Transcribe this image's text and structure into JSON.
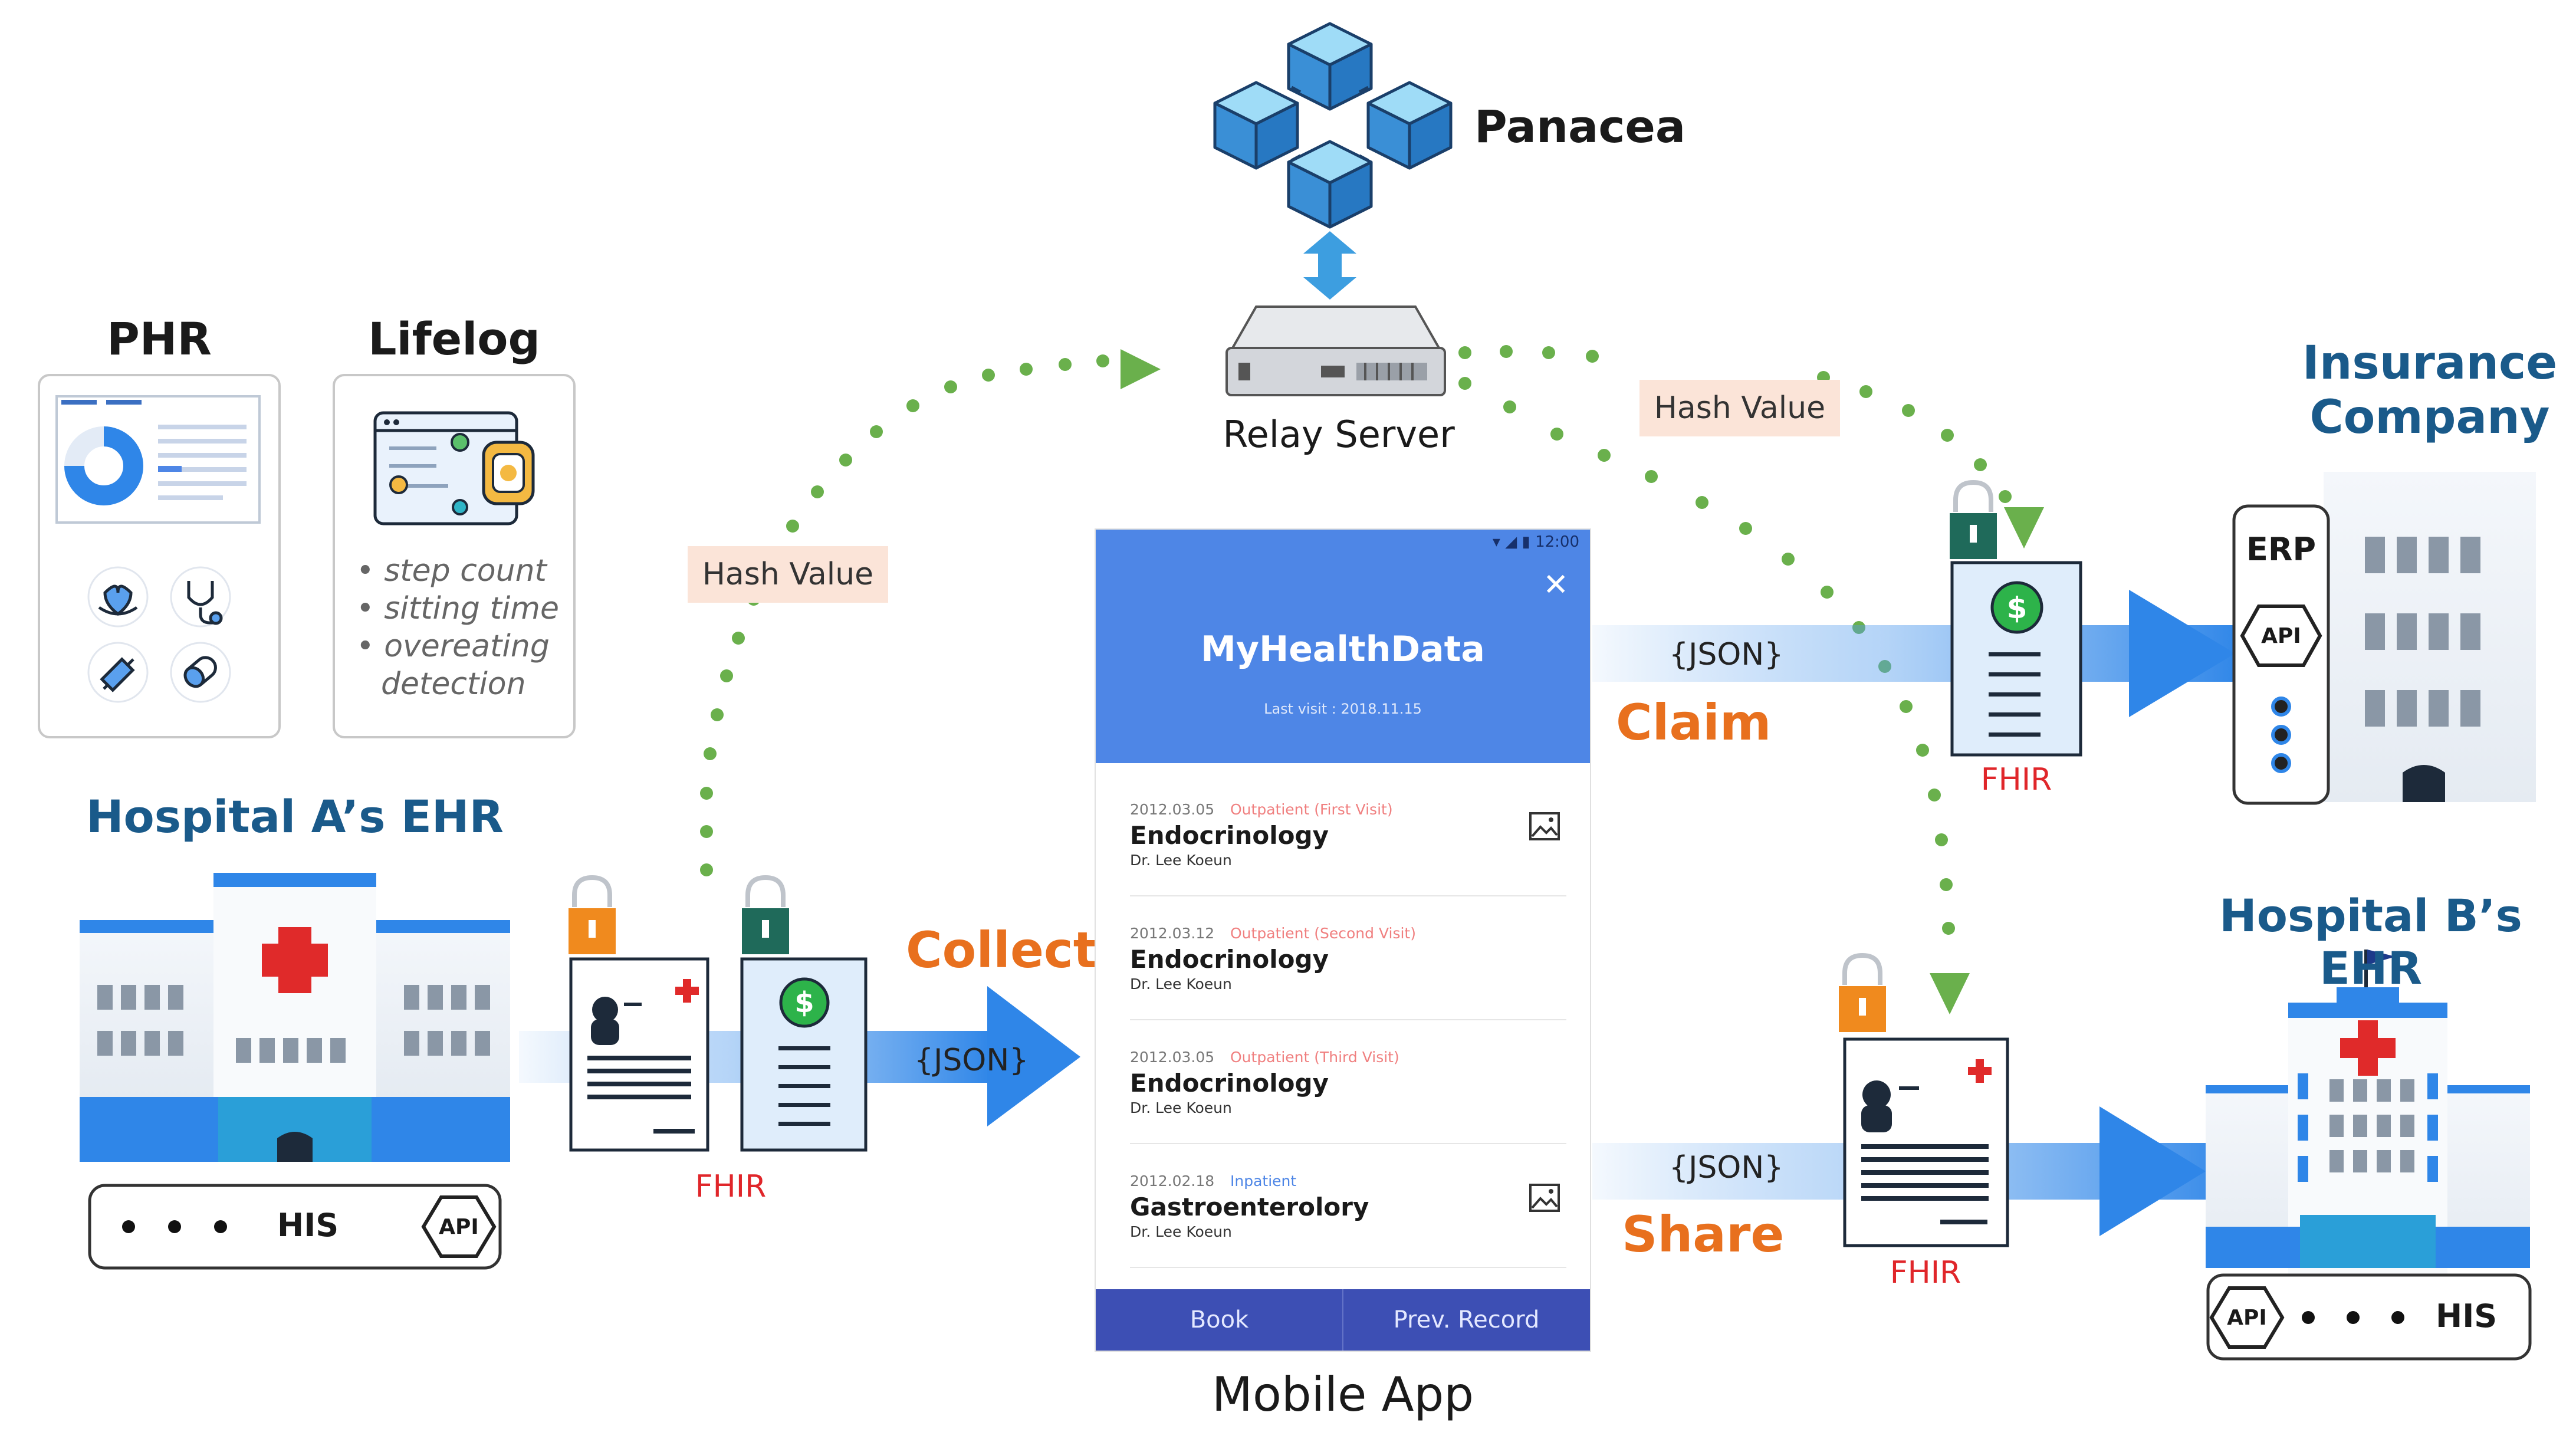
{
  "panacea": {
    "label": "Panacea",
    "icon": "blockchain-icon"
  },
  "relay_server": {
    "label": "Relay Server",
    "icon": "server-icon"
  },
  "phr": {
    "title": "PHR"
  },
  "lifelog": {
    "title": "Lifelog",
    "bullets": [
      "step count",
      "sitting time",
      "overeating",
      "detection"
    ]
  },
  "hospital_a": {
    "title": "Hospital A’s EHR",
    "his_label": "HIS",
    "api_label": "API"
  },
  "hospital_b": {
    "title": "Hospital B’s EHR",
    "his_label": "HIS",
    "api_label": "API"
  },
  "insurance": {
    "title_line1": "Insurance",
    "title_line2": "Company",
    "erp_label": "ERP",
    "api_label": "API"
  },
  "hash_labels": {
    "left": "Hash Value",
    "right": "Hash Value"
  },
  "flows": {
    "collect": {
      "label": "Collect",
      "json": "{JSON}",
      "fhir": "FHIR"
    },
    "claim": {
      "label": "Claim",
      "json": "{JSON}",
      "fhir": "FHIR"
    },
    "share": {
      "label": "Share",
      "json": "{JSON}",
      "fhir": "FHIR"
    }
  },
  "mobile_app": {
    "caption": "Mobile App",
    "status_time": "12:00",
    "app_title": "MyHealthData",
    "last_visit": "Last visit : 2018.11.15",
    "visits": [
      {
        "date": "2012.03.05",
        "type": "Outpatient (First Visit)",
        "dept": "Endocrinology",
        "doctor": "Dr. Lee Koeun",
        "has_image": true
      },
      {
        "date": "2012.03.12",
        "type": "Outpatient (Second Visit)",
        "dept": "Endocrinology",
        "doctor": "Dr. Lee Koeun",
        "has_image": false
      },
      {
        "date": "2012.03.05",
        "type": "Outpatient (Third Visit)",
        "dept": "Endocrinology",
        "doctor": "Dr. Lee Koeun",
        "has_image": false
      },
      {
        "date": "2012.02.18",
        "type": "Inpatient",
        "dept": "Gastroenterolory",
        "doctor": "Dr. Lee Koeun",
        "has_image": true
      }
    ],
    "buttons": {
      "book": "Book",
      "prev_record": "Prev. Record"
    }
  },
  "colors": {
    "flow_blue": "#2f86e8",
    "dot_green": "#6ab04c",
    "accent_orange": "#e8701e",
    "fhir_red": "#e0262a",
    "title_teal": "#1a5a8a",
    "app_blue": "#4e86e6",
    "app_footer": "#3d4fb4"
  }
}
